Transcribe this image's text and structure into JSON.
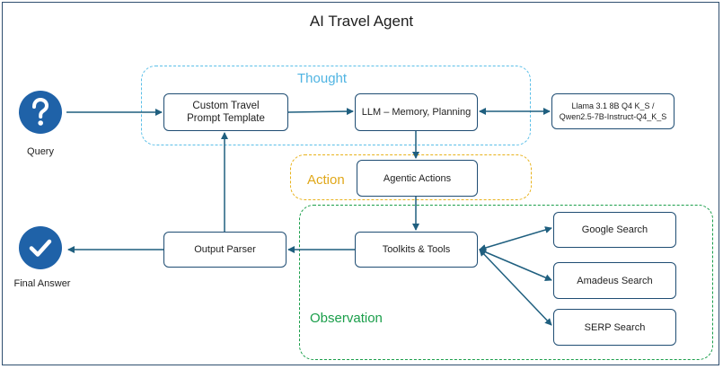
{
  "title": "AI Travel Agent",
  "regions": {
    "thought": "Thought",
    "action": "Action",
    "observation": "Observation"
  },
  "nodes": {
    "query": "Query",
    "final_answer": "Final Answer",
    "prompt_template": "Custom Travel\nPrompt Template",
    "llm": "LLM – Memory, Planning",
    "model": "Llama 3.1 8B Q4 K_S /\nQwen2.5-7B-Instruct-Q4_K_S",
    "agentic_actions": "Agentic Actions",
    "toolkits": "Toolkits & Tools",
    "output_parser": "Output Parser",
    "google_search": "Google Search",
    "amadeus_search": "Amadeus Search",
    "serp_search": "SERP Search"
  },
  "icons": {
    "query": "question-mark-icon",
    "final_answer": "checkmark-icon"
  },
  "colors": {
    "node_border": "#1f4d73",
    "arrow": "#1f5f7f",
    "icon_fill": "#1f62a8",
    "thought": "#5bbfe8",
    "action": "#e8b21c",
    "observation": "#1a9e4a"
  }
}
